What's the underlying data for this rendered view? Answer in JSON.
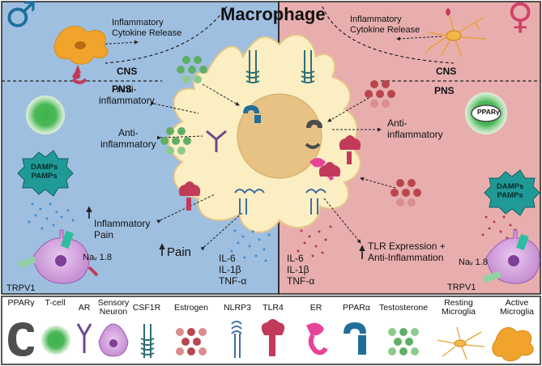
{
  "title": "Macrophage",
  "colors": {
    "male_panel": "#9fbfe0",
    "female_panel": "#e8aeae",
    "male_symbol": "#1d6f9c",
    "female_symbol": "#d2416a"
  },
  "male": {
    "symbol": "♂",
    "cytokine": "Inflammatory\nCytokine Release",
    "cns": "CNS",
    "pns": "PNS",
    "anti1": "Anti-\ninflammatory",
    "anti2": "Anti-\ninflammatory",
    "damps": "DAMPs\nPAMPs",
    "infl_pain": "Inflammatory\nPain",
    "nav": "Naᵥ 1.8",
    "trpv1": "TRPV1",
    "pain": "Pain",
    "cytokines": "IL-6\nIL-1β\nTNF-α"
  },
  "female": {
    "symbol": "♀",
    "cytokine": "Inflammatory\nCytokine Release",
    "cns": "CNS",
    "pns": "PNS",
    "anti": "Anti-\ninflammatory",
    "ppar": "PPARγ",
    "damps": "DAMPs\nPAMPs",
    "tlr": "TLR Expression +\nAnti-Inflammation",
    "nav": "Naᵥ 1.8",
    "trpv1": "TRPV1",
    "cytokines": "IL-6\nIL-1β\nTNF-α"
  },
  "legend": [
    {
      "label": "PPARγ",
      "icon": "ppar-gamma-icon"
    },
    {
      "label": "T-cell",
      "icon": "t-cell-icon"
    },
    {
      "label": "AR",
      "icon": "androgen-receptor-icon"
    },
    {
      "label": "Sensory\nNeuron",
      "icon": "sensory-neuron-icon"
    },
    {
      "label": "CSF1R",
      "icon": "csf1r-icon"
    },
    {
      "label": "Estrogen",
      "icon": "estrogen-icon"
    },
    {
      "label": "NLRP3",
      "icon": "nlrp3-icon"
    },
    {
      "label": "TLR4",
      "icon": "tlr4-icon"
    },
    {
      "label": "ER",
      "icon": "estrogen-receptor-icon"
    },
    {
      "label": "PPARα",
      "icon": "ppar-alpha-icon"
    },
    {
      "label": "Testosterone",
      "icon": "testosterone-icon"
    },
    {
      "label": "Resting\nMicroglia",
      "icon": "resting-microglia-icon"
    },
    {
      "label": "Active\nMicroglia",
      "icon": "active-microglia-icon"
    }
  ]
}
